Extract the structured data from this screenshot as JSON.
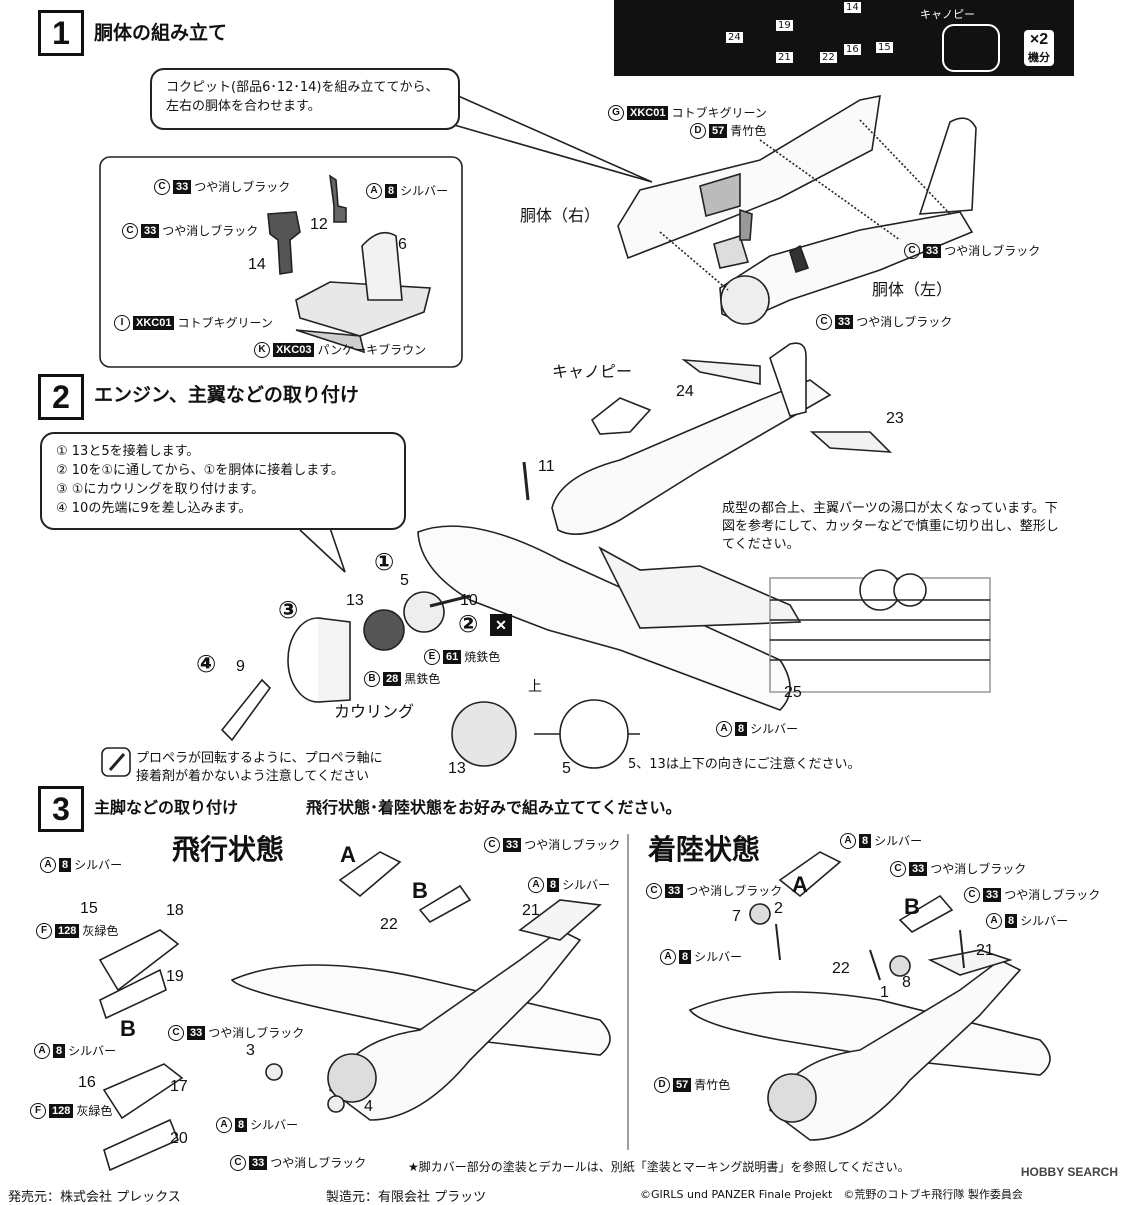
{
  "runner_box": {
    "nums": [
      "14",
      "19",
      "24",
      "16",
      "15",
      "21",
      "22"
    ],
    "canopy_label": "キャノピー",
    "qty_top": "×2",
    "qty_bottom": "機分"
  },
  "step1": {
    "number": "1",
    "title": "胴体の組み立て",
    "callout": "コクピット(部品6･12･14)を組み立ててから、左右の胴体を合わせます。",
    "parts": [
      "12",
      "6",
      "14"
    ],
    "paint": [
      {
        "circle": "C",
        "code": "33",
        "name": "つや消しブラック"
      },
      {
        "circle": "A",
        "code": "8",
        "name": "シルバー"
      },
      {
        "circle": "C",
        "code": "33",
        "name": "つや消しブラック"
      },
      {
        "circle": "I",
        "code": "XKC01",
        "name": "コトブキグリーン"
      },
      {
        "circle": "K",
        "code": "XKC03",
        "name": "パンケーキブラウン"
      }
    ],
    "right_paint": [
      {
        "circle": "G",
        "code": "XKC01",
        "name": "コトブキグリーン"
      },
      {
        "circle": "D",
        "code": "57",
        "name": "青竹色"
      },
      {
        "circle": "C",
        "code": "33",
        "name": "つや消しブラック"
      },
      {
        "circle": "C",
        "code": "33",
        "name": "つや消しブラック"
      }
    ],
    "fuselage_right": "胴体（右）",
    "fuselage_left": "胴体（左）"
  },
  "step2": {
    "number": "2",
    "title": "エンジン、主翼などの取り付け",
    "steps": [
      "① 13と5を接着します。",
      "② 10を①に通してから、①を胴体に接着します。",
      "③ ①にカウリングを取り付けます。",
      "④ 10の先端に9を差し込みます。"
    ],
    "canopy": "キャノピー",
    "parts": [
      "24",
      "23",
      "11",
      "5",
      "13",
      "10",
      "9",
      "25",
      "13",
      "5"
    ],
    "marks": [
      "①",
      "②",
      "③",
      "④"
    ],
    "paint": [
      {
        "circle": "E",
        "code": "61",
        "name": "焼鉄色"
      },
      {
        "circle": "B",
        "code": "28",
        "name": "黒鉄色"
      },
      {
        "circle": "A",
        "code": "8",
        "name": "シルバー"
      }
    ],
    "cowling": "カウリング",
    "up": "上",
    "wing_note": "成型の都合上、主翼パーツの湯口が太くなっています。下図を参考にして、カッターなどで慎重に切り出し、整形してください。",
    "orient_note": "5、13は上下の向きにご注意ください。",
    "prop_note": "プロペラが回転するように、プロペラ軸に接着剤が着かないよう注意してください"
  },
  "step3": {
    "number": "3",
    "title": "主脚などの取り付け",
    "subtitle": "飛行状態･着陸状態をお好みで組み立ててください。",
    "flight": "飛行状態",
    "landing": "着陸状態",
    "letters": [
      "A",
      "B",
      "B",
      "A",
      "B"
    ],
    "flight_parts": [
      "15",
      "18",
      "19",
      "16",
      "17",
      "20",
      "22",
      "21",
      "3",
      "4"
    ],
    "landing_parts": [
      "7",
      "2",
      "22",
      "1",
      "8",
      "21"
    ],
    "paint_silver": {
      "circle": "A",
      "code": "8",
      "name": "シルバー"
    },
    "paint_gray": {
      "circle": "F",
      "code": "128",
      "name": "灰緑色"
    },
    "paint_black": {
      "circle": "C",
      "code": "33",
      "name": "つや消しブラック"
    },
    "paint_blue": {
      "circle": "D",
      "code": "57",
      "name": "青竹色"
    },
    "decal_note": "★脚カバー部分の塗装とデカールは、別紙「塗装とマーキング説明書」を参照してください。"
  },
  "footer": {
    "seller": "発売元：株式会社 プレックス",
    "maker": "製造元：有限会社 プラッツ",
    "copyright": "©GIRLS und PANZER Finale Projekt　©荒野のコトブキ飛行隊 製作委員会",
    "watermark": "HOBBY SEARCH"
  }
}
